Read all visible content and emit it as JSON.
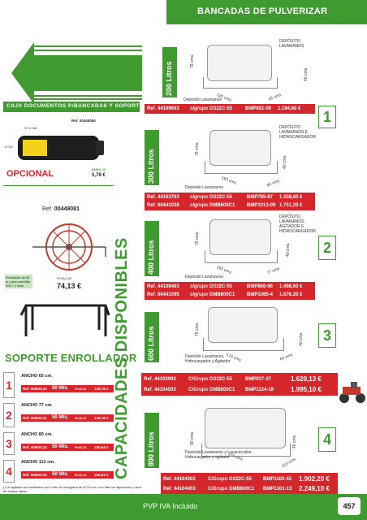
{
  "header": {
    "title": "BANCADAS DE PULVERIZAR"
  },
  "accessories": {
    "title": "CAJA DOCUMENTOS P/BANCADAS Y SOPORTE RODIL",
    "box": {
      "ref": "Ref. 00440084",
      "dim_width": "37.5 CM",
      "dim_height": "9 CM",
      "label": "OPCIONAL",
      "pvp_code": "EMPO 10",
      "price": "5,78 €"
    },
    "reel": {
      "ref_label": "Ref.",
      "ref_number": "00449081",
      "note": "Enrollador de 50 m. para carretilla 200 l. 2 ldas.",
      "pvp_code": "PLVA2-89",
      "price": "74,13 €"
    }
  },
  "vertical_title": "CAPACIDADES DISPONIBLES",
  "capacities": [
    {
      "label": "200 Litros",
      "number": "1",
      "depot_top": "DEPÓSITO LAVAMANOS",
      "dims": [
        "75 cms.",
        "120 cms.",
        "65 cms.",
        "40 cms."
      ],
      "depot_bottom": "Depósito Lavamanos",
      "refs": [
        {
          "ref": "Ref. 44109603",
          "group": "c/grupo OS22C-55",
          "code": "BMP691-09",
          "price": "1.194,60 €"
        }
      ]
    },
    {
      "label": "300 Litros",
      "number": "",
      "depot_top": "DEPÓSITO LAVAMANOS E HIDROCARGADOR",
      "dims": [
        "75 cms.",
        "163 cms.",
        "65 cms.",
        "40 cms."
      ],
      "depot_bottom": "Depósito Lavamanos",
      "refs": [
        {
          "ref": "Ref. 44103703",
          "group": "c/grupo OS22C-55",
          "code": "BMP785-97",
          "price": "1.358,60 €"
        },
        {
          "ref": "Ref. 00441038",
          "group": "c/grupo GMB600C1",
          "code": "BMP1013-09",
          "price": "1.751,20 €"
        }
      ]
    },
    {
      "label": "400 Litros",
      "number": "2",
      "depot_top": "DEPÓSITO LAVAMANOS, AGITADOR E HIDROCARGADOR",
      "dims": [
        "75 cms.",
        "163 cms.",
        "77 cms.",
        "40 cms."
      ],
      "depot_bottom": "Depósito Lavamanos",
      "refs": [
        {
          "ref": "Ref. 44109403",
          "group": "c/grupo OS22C-55",
          "code": "BMP866-96",
          "price": "1.498,60 €"
        },
        {
          "ref": "Ref. 00441095",
          "group": "c/grupo GMB600C1",
          "code": "BMP1085-4",
          "price": "1.876,20 €"
        }
      ]
    },
    {
      "label": "600 Litros",
      "number": "3",
      "depot_top": "",
      "dims": [
        "75 cms.",
        "174 cms.",
        "60 cms.",
        "40 cms."
      ],
      "depot_bottom": "Depósito Lavamanos, Hidrocargador y Agitador",
      "refs": [
        {
          "ref": "Ref. 44103903",
          "group": "C/Grupo OS22C-55",
          "code": "BMP937-27",
          "price": "1.620,13 €"
        },
        {
          "ref": "Ref. 44104503",
          "group": "C/Grupo GMB600C1",
          "code": "BMP1134-19",
          "price": "1.995,10 €"
        }
      ]
    },
    {
      "label": "800 Litros",
      "number": "4",
      "depot_top": "",
      "dims": [
        "90 cms.",
        "174 cms.",
        "113 cms.",
        "40 cms."
      ],
      "depot_bottom": "Depósito Lavamanos y Lavacircuitos, Hidrocargador y agitador",
      "refs": [
        {
          "ref": "Ref. 44104303",
          "group": "C/Grupo OS22C-55",
          "code": "BMP1100-45",
          "price": "1.902,20 €"
        },
        {
          "ref": "Ref. 44104403",
          "group": "C/Grupo GMB600C1",
          "code": "BMP1301-13",
          "price": "2.249,10 €"
        }
      ]
    }
  ],
  "soporte": {
    "title": "SOPORTE ENROLLADOR",
    "rows": [
      {
        "num": "1",
        "width": "ANCHO 65 cm.",
        "ref": "Ref. 00800120",
        "length": "50 Mts.",
        "code": "PLVO-42",
        "price": "149,76 €"
      },
      {
        "num": "2",
        "width": "ANCHO 77 cm.",
        "ref": "Ref. 00800121",
        "length": "50 Mts.",
        "code": "PLVO-42",
        "price": "149,76 €"
      },
      {
        "num": "3",
        "width": "ANCHO 80 cm.",
        "ref": "Ref. 00800122",
        "length": "50 Mts.",
        "code": "PLVO-43",
        "price": "150,64 €"
      },
      {
        "num": "4",
        "width": "ANCHO 113 cm.",
        "ref": "Ref. 00800123",
        "length": "50 Mts.",
        "code": "PLVO-43",
        "price": "150,64 €"
      }
    ],
    "footnote": "(*) el agitador se suministra con 5 mts de manguera de Ø 10 mm, con filtro de aspiración y racor de enlace rápido"
  },
  "footer": {
    "text": "PVP IVA Incluido",
    "page": "457"
  },
  "colors": {
    "green": "#3f9b30",
    "red": "#d4262b"
  }
}
